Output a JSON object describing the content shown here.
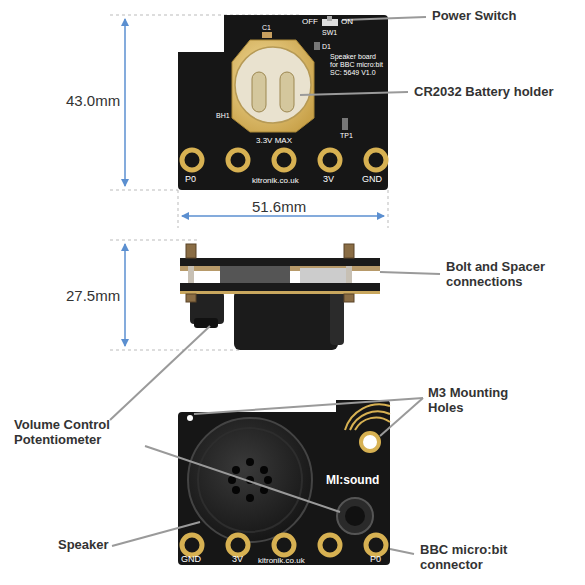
{
  "diagram": {
    "labels": [
      "Power Switch",
      "CR2032 Battery holder",
      "43.0mm",
      "51.6mm",
      "27.5mm",
      "Bolt and Spacer connections",
      "M3 Mounting Holes",
      "Volume Control Potentiometer",
      "Speaker",
      "BBC micro:bit connector",
      "OFF",
      "ON",
      "C1",
      "SW1",
      "D1",
      "Speaker board for BBC micro:bit SC: 5649 V1.0",
      "BH1",
      "3.3V MAX",
      "TP1",
      "P0",
      "kitronik.co.uk",
      "3V",
      "GND",
      "MI:sound",
      "GND",
      "3V",
      "kitronik.co.uk",
      "P0"
    ]
  }
}
